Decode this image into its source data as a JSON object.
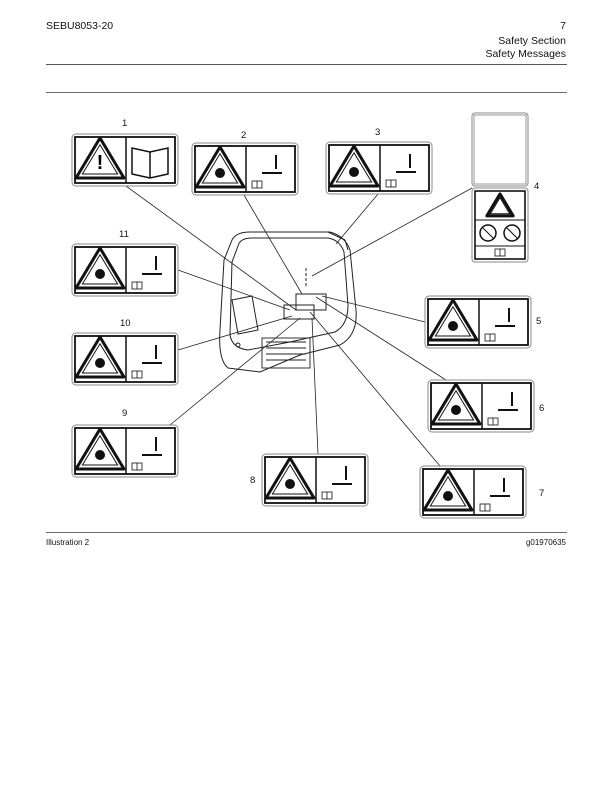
{
  "header": {
    "doc_id": "SEBU8053-20",
    "page_number": "7",
    "section": "Safety Section",
    "subsection": "Safety Messages"
  },
  "illustration": {
    "callouts": [
      "1",
      "2",
      "3",
      "4",
      "5",
      "6",
      "7",
      "8",
      "9",
      "10",
      "11"
    ],
    "caption": "Illustration 2",
    "graphic_id": "g01970635"
  }
}
